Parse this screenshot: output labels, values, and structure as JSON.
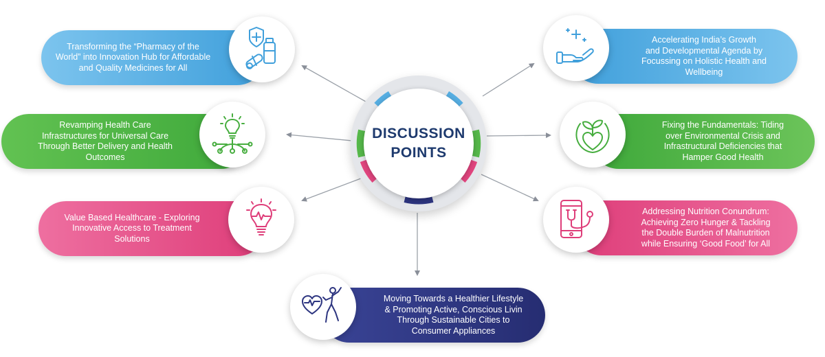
{
  "center": {
    "line1": "DISCUSSION",
    "line2": "POINTS"
  },
  "colors": {
    "blue": "#56aee2",
    "green": "#56b84a",
    "pink": "#e2457f",
    "navy": "#2d3580",
    "hub_text": "#1e3a6e"
  },
  "points": [
    {
      "id": "pharmacy",
      "icon": "medicine-shield-icon",
      "lines": [
        "Transforming the “Pharmacy of the",
        "World” into Innovation Hub for Affordable",
        "and Quality Medicines for All"
      ]
    },
    {
      "id": "infrastructure",
      "icon": "lightbulb-network-icon",
      "lines": [
        "Revamping Health Care",
        "Infrastructures for Universal Care",
        "Through Better Delivery and Health",
        "Outcomes"
      ]
    },
    {
      "id": "value-based",
      "icon": "heart-bulb-icon",
      "lines": [
        "Value Based Healthcare - Exploring",
        "Innovative Access to Treatment",
        "Solutions"
      ]
    },
    {
      "id": "lifestyle",
      "icon": "heart-fitness-icon",
      "lines": [
        "Moving Towards a Healthier Lifestyle",
        "& Promoting Active, Conscious Livin",
        "Through Sustainable Cities to",
        "Consumer Appliances"
      ]
    },
    {
      "id": "growth",
      "icon": "hand-sparkle-icon",
      "lines": [
        "Accelerating India’s Growth",
        "and Developmental Agenda by",
        "Focussing on Holistic Health and",
        "Wellbeing"
      ]
    },
    {
      "id": "fundamentals",
      "icon": "heart-plant-icon",
      "lines": [
        "Fixing the Fundamentals: Tiding",
        "over  Environmental Crisis and",
        "Infrastructural Deficiencies that",
        "Hamper Good Health"
      ]
    },
    {
      "id": "nutrition",
      "icon": "phone-stethoscope-icon",
      "lines": [
        "Addressing Nutrition Conundrum:",
        "Achieving Zero Hunger & Tackling",
        "the Double Burden of Malnutrition",
        "while Ensuring ‘Good Food’ for All"
      ]
    }
  ]
}
